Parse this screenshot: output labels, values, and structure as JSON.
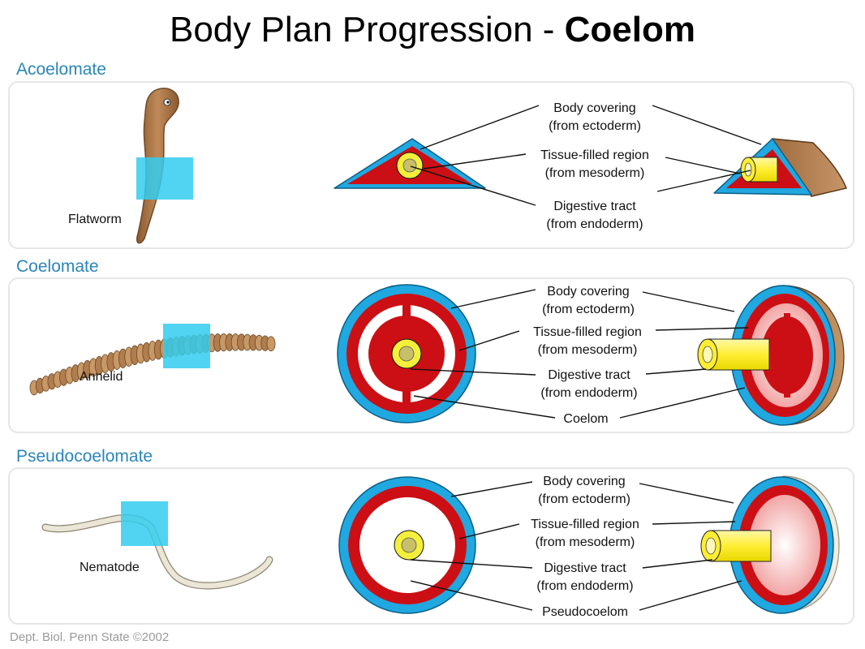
{
  "title": {
    "main": "Body Plan Progression - ",
    "bold": "Coelom"
  },
  "sections": [
    {
      "label": "Acoelomate",
      "animal": "Flatworm",
      "callouts": [
        [
          "Body covering",
          "(from ectoderm)"
        ],
        [
          "Tissue-filled region",
          "(from mesoderm)"
        ],
        [
          "Digestive tract",
          "(from endoderm)"
        ]
      ]
    },
    {
      "label": "Coelomate",
      "animal": "Annelid",
      "callouts": [
        [
          "Body covering",
          "(from ectoderm)"
        ],
        [
          "Tissue-filled region",
          "(from mesoderm)"
        ],
        [
          "Digestive tract",
          "(from endoderm)"
        ],
        [
          "Coelom"
        ]
      ]
    },
    {
      "label": "Pseudocoelomate",
      "animal": "Nematode",
      "callouts": [
        [
          "Body covering",
          "(from ectoderm)"
        ],
        [
          "Tissue-filled region",
          "(from mesoderm)"
        ],
        [
          "Digestive tract",
          "(from endoderm)"
        ],
        [
          "Pseudocoelom"
        ]
      ]
    }
  ],
  "credit": "Dept. Biol. Penn State ©2002",
  "colors": {
    "ectoderm": "#20a8e0",
    "mesoderm": "#cc0f14",
    "endoderm": "#f4ef3a",
    "body": "#b07d4e",
    "highlight": "#33ccee",
    "section_label": "#2b86b8"
  }
}
